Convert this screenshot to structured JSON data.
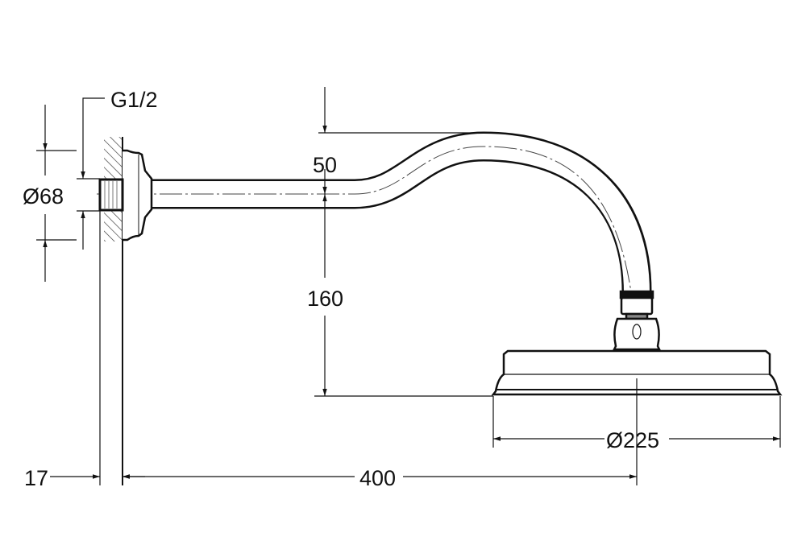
{
  "title": "Shower arm with overhead shower head – dimension drawing",
  "labels": {
    "thread": "G1/2",
    "flange_diameter": "Ø68",
    "rise": "50",
    "drop": "160",
    "head_diameter": "Ø225",
    "projection": "400",
    "wall_offset": "17"
  },
  "colors": {
    "line": "#111111",
    "background": "#ffffff"
  }
}
